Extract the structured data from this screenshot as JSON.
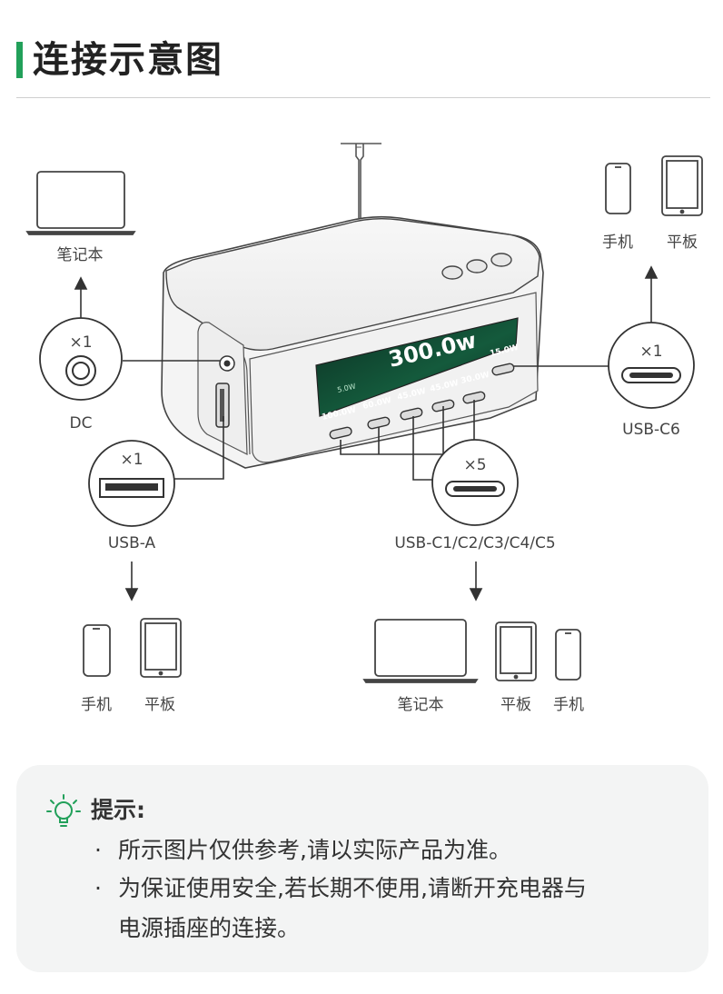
{
  "header": {
    "title": "连接示意图"
  },
  "diagram": {
    "device": {
      "display_total": "300.0w",
      "port_readouts": [
        "5.0W",
        "100.0W",
        "60.0W",
        "45.0W",
        "45.0W",
        "30.0W",
        "15.0W"
      ]
    },
    "ports": {
      "dc": {
        "count": "×1",
        "label": "DC"
      },
      "usb_a": {
        "count": "×1",
        "label": "USB-A"
      },
      "usb_c6": {
        "count": "×1",
        "label": "USB-C6"
      },
      "usb_c1_5": {
        "count": "×5",
        "label": "USB-C1/C2/C3/C4/C5"
      }
    },
    "devices": {
      "dc_target": "笔记本",
      "c6_targets": [
        "手机",
        "平板"
      ],
      "usb_a_targets": [
        "手机",
        "平板"
      ],
      "usb_c_targets": [
        "笔记本",
        "平板",
        "手机"
      ]
    }
  },
  "tips": {
    "heading": "提示:",
    "items": [
      {
        "bullet": "·",
        "lines": [
          "所示图片仅供参考,请以实际产品为准。"
        ]
      },
      {
        "bullet": "·",
        "lines": [
          "为保证使用安全,若长期不使用,请断开充电器与",
          "电源插座的连接。"
        ]
      }
    ]
  },
  "colors": {
    "accent": "#22a05a",
    "screen": "#0d3a2a",
    "line": "#333333"
  }
}
